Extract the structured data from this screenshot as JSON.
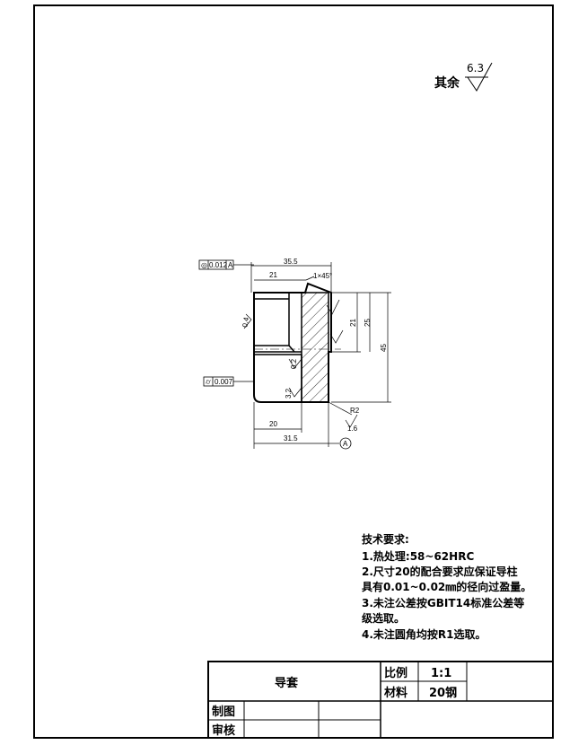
{
  "roughness": {
    "label": "其余",
    "value": "6.3"
  },
  "dimensions": {
    "top_overall": "35.5",
    "top_step": "21",
    "chamfer": "1×45°",
    "height_21": "21",
    "height_25": "25",
    "height_45": "45",
    "bottom_inner": "20",
    "bottom_overall": "31.5",
    "radius": "R2",
    "rough_r": "1.6",
    "rough_a": "0.4",
    "rough_b": "0.2",
    "rough_c": "3.2"
  },
  "tolerances": {
    "coaxiality": {
      "symbol": "◎",
      "value": "0.012",
      "datum": "A"
    },
    "cylindricity": {
      "symbol": "⌭",
      "value": "0.007"
    },
    "datum_label": "A"
  },
  "tech_requirements": {
    "title": "技术要求:",
    "items": [
      "1.热处理:58~62HRC",
      "2.尺寸20的配合要求应保证导柱",
      "具有0.01~0.02㎜的径向过盈量。",
      "3.未注公差按GBIT14标准公差等",
      "级选取。",
      "4.未注圆角均按R1选取。"
    ]
  },
  "title_block": {
    "part_name": "导套",
    "scale_label": "比例",
    "scale_value": "1:1",
    "material_label": "材料",
    "material_value": "20钢",
    "drawn_label": "制图",
    "checked_label": "审核"
  }
}
